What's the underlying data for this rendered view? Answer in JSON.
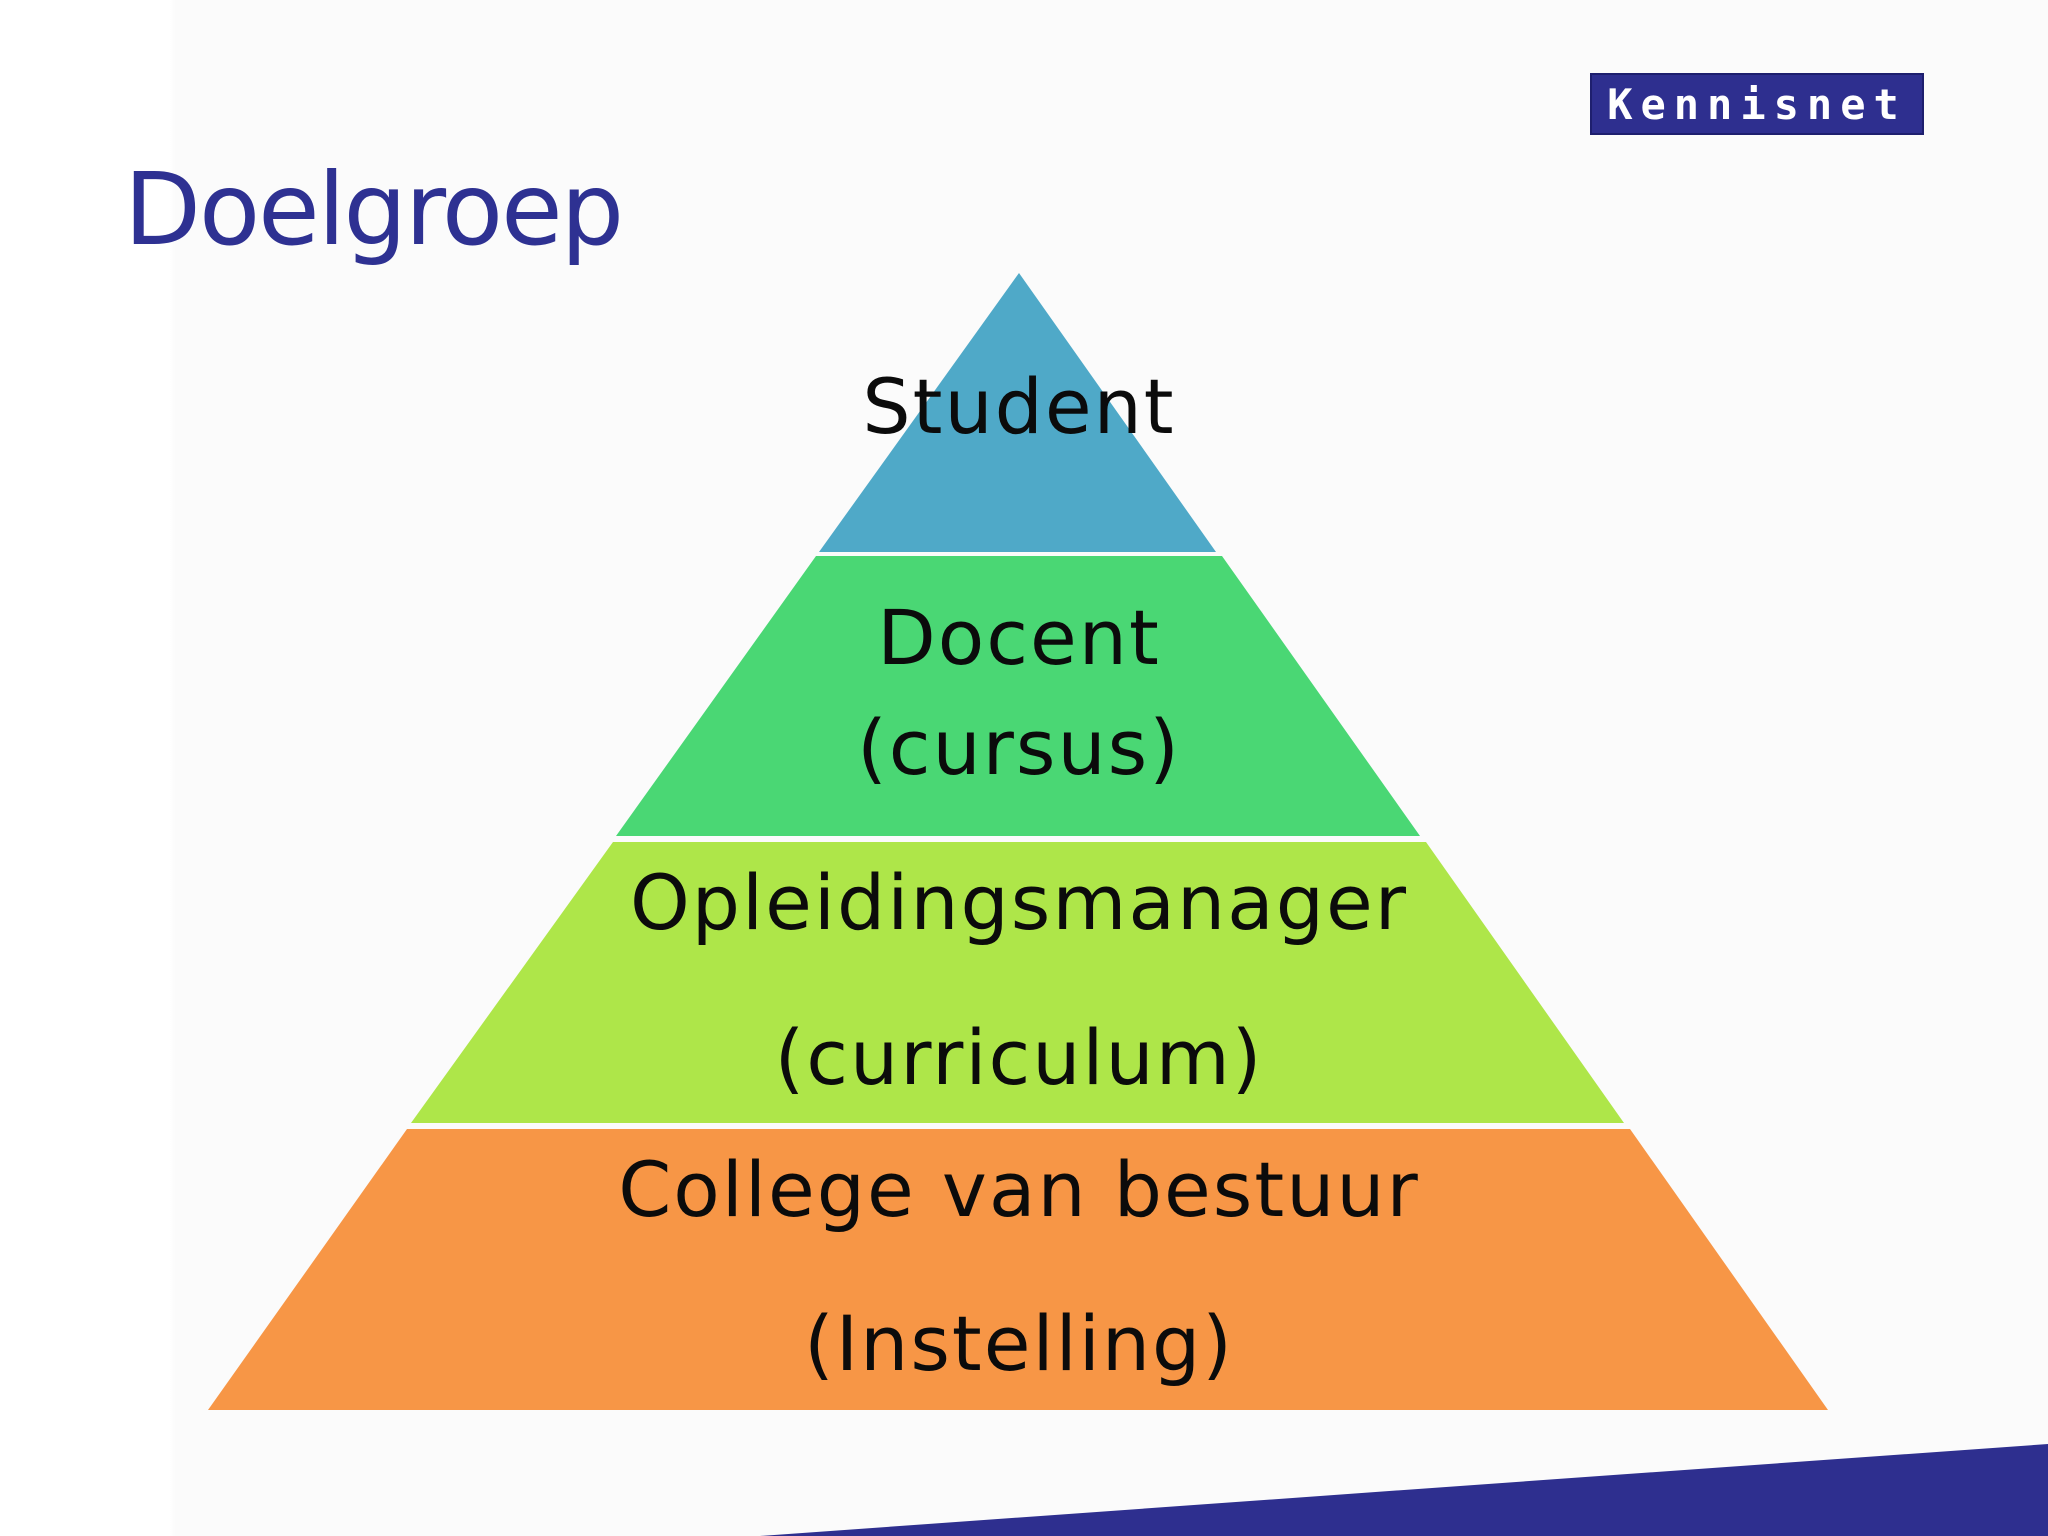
{
  "slide": {
    "title": "Doelgroep",
    "logo_text": "Kennisnet"
  },
  "pyramid": {
    "levels": [
      {
        "lines": [
          "Student"
        ],
        "color": "#4fa9c8"
      },
      {
        "lines": [
          "Docent",
          "(cursus)"
        ],
        "color": "#4ad774"
      },
      {
        "lines": [
          "Opleidingsmanager",
          "(curriculum)"
        ],
        "color": "#aee649"
      },
      {
        "lines": [
          "College van bestuur",
          "(Instelling)"
        ],
        "color": "#f79646"
      }
    ]
  },
  "colors": {
    "title": "#2e3192",
    "logo_bg": "#2e2f8f",
    "accent_band": "#2e2f8f"
  }
}
